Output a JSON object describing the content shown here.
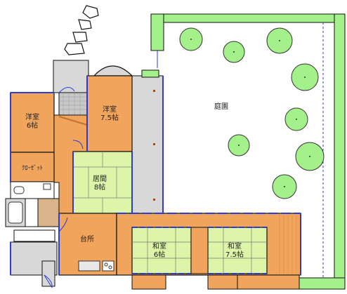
{
  "rooms": {
    "western_room_left": {
      "name": "洋室",
      "size": "6帖"
    },
    "western_room_right": {
      "name": "洋室",
      "size": "7.5帖"
    },
    "closet": {
      "name": "ｸﾛｰｾﾞｯﾄ"
    },
    "living": {
      "name": "居間",
      "size": "8帖"
    },
    "kitchen": {
      "name": "台所"
    },
    "japanese_room_left": {
      "name": "和室",
      "size": "6帖"
    },
    "japanese_room_right": {
      "name": "和室",
      "size": "7.5帖"
    },
    "garden": {
      "name": "庭園"
    }
  },
  "colors": {
    "wood": "#f1a45c",
    "tatami": "#dcf5a8",
    "garden_grass": "#a4f08a",
    "wall_blue": "#2b3bd4",
    "concrete": "#d8d8d8",
    "dark_wood": "#c07436"
  }
}
